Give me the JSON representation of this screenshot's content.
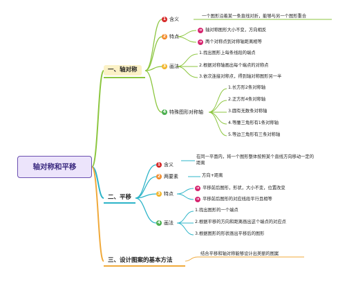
{
  "root": "轴对称和平移",
  "branches": [
    {
      "title": "一、轴对称",
      "children": [
        {
          "num": "1",
          "label": "含义",
          "leaves": [
            "一个图形沿着某一条直线对折，能够与另一个图形重合"
          ]
        },
        {
          "num": "2",
          "label": "特点",
          "leaves": [
            "轴对称图形大小不变，方向相反",
            "两个对称点到对称轴距离相等"
          ]
        },
        {
          "num": "3",
          "label": "画法",
          "leaves": [
            "1.找出图形上每条线段的端点",
            "2.根据对称轴画出每个端点的对称点",
            "3.依次连接对称点，得到轴对称图形另一半"
          ]
        },
        {
          "num": "4",
          "label": "特殊图形对称轴",
          "leaves": [
            "1.长方形2条对称轴",
            "2.正方形4条对称轴",
            "3.圆有无数条对称轴",
            "4.等腰三角形有1条对称轴",
            "5.等边三角形有三条对称轴"
          ]
        }
      ]
    },
    {
      "title": "二、平移",
      "children": [
        {
          "num": "1",
          "label": "含义",
          "leaves": [
            "在同一平面内，将一个图形整体按照某个直线方向移动一定的距离"
          ]
        },
        {
          "num": "2",
          "label": "两要素",
          "leaves": [
            "方向+距离"
          ]
        },
        {
          "num": "3",
          "label": "特点",
          "leaves": [
            "平移前后图形，形状，大小不变，位置改变",
            "平移前后图形的对应线段平行且相等"
          ]
        },
        {
          "num": "4",
          "label": "画法",
          "leaves": [
            "1.找出图形的一个端点",
            "2.根据平移的方向和距离画出这个端点的对应点",
            "3.根据图形的形状画出平移后的图形"
          ]
        }
      ]
    },
    {
      "title": "三、设计图案的基本方法",
      "leaf": "结合平移和轴对称能够设计出美丽的图案"
    }
  ],
  "colors": {
    "branch1": "#8cc63f",
    "branch2": "#2cb4c8",
    "branch3": "#f0a93a",
    "num1": "#d62828",
    "num2": "#f28b2c",
    "num3": "#f2b52c",
    "num4": "#4caf50",
    "arrow": "#d6246e",
    "root_border": "#6a4fb0"
  },
  "icons": {
    "bullet": "circle-arrow-icon"
  }
}
